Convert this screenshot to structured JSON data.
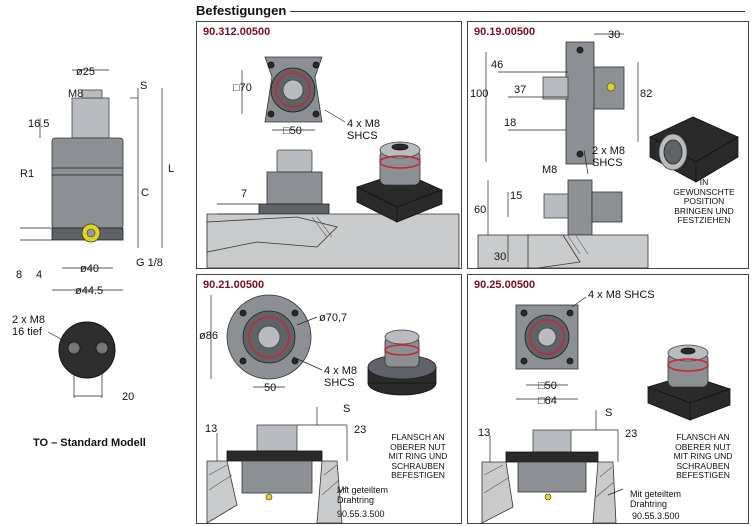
{
  "header": {
    "title": "Befestigungen"
  },
  "left_model": {
    "labels": {
      "d25": "ø25",
      "m8": "M8",
      "s": "S",
      "d165": "16.5",
      "r1": "R1",
      "c": "C",
      "l": "L",
      "g18": "G 1/8",
      "d40": "ø40",
      "d445": "ø44.5",
      "d8": "8",
      "d4": "4",
      "tapped": "2 x M8\n16 tief",
      "d20": "20"
    },
    "caption": "TO – Standard Modell"
  },
  "panels": [
    {
      "code": "90.312.00500",
      "labels": {
        "d70": "□70",
        "d50": "□50",
        "screws": "4 x M8\nSHCS",
        "d7": "7"
      }
    },
    {
      "code": "90.19.00500",
      "labels": {
        "d30": "30",
        "d46": "46",
        "d37": "37",
        "d100": "100",
        "d82": "82",
        "d18": "18",
        "screws": "2 x M8\nSHCS",
        "m8": "M8",
        "d15": "15",
        "d60": "60",
        "d30b": "30"
      },
      "note": "IN\nGEWÜNSCHTE\nPOSITION\nBRINGEN UND\nFESTZIEHEN"
    },
    {
      "code": "90.21.00500",
      "labels": {
        "d86": "ø86",
        "d707": "ø70,7",
        "screws": "4 x M8\nSHCS",
        "d50": "50",
        "s": "S",
        "d13": "13",
        "d23": "23",
        "drahtring": "Mit geteiltem\nDrahtring",
        "part": "90.55.3.500"
      },
      "note": "FLANSCH AN\nOBERER NUT\nMIT RING UND\nSCHRAUBEN\nBEFESTIGEN"
    },
    {
      "code": "90.25.00500",
      "labels": {
        "screws": "4 x M8 SHCS",
        "d50": "□50",
        "d64": "□64",
        "s": "S",
        "d13": "13",
        "d23": "23",
        "drahtring": "Mit geteiltem\nDrahtring",
        "part": "90.55.3.500"
      },
      "note": "FLANSCH AN\nOBERER NUT\nMIT RING UND\nSCHRAUBEN\nBEFESTIGEN"
    }
  ]
}
